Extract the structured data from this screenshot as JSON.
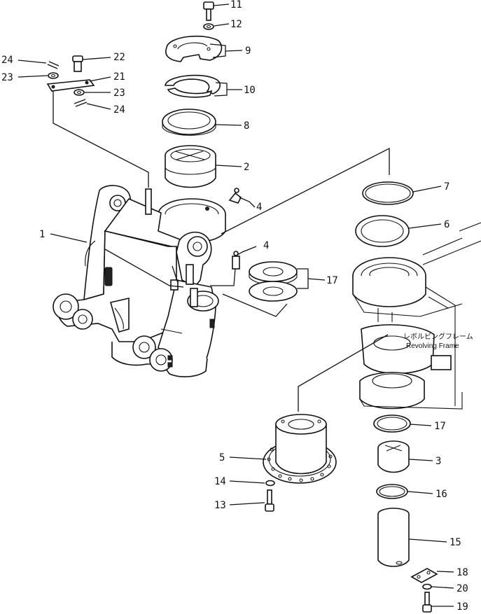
{
  "frame_caption": {
    "jp": "レボルビングフレーム",
    "en": "Revolving Frame"
  },
  "callouts": {
    "c11": "11",
    "c12": "12",
    "c9": "9",
    "c10": "10",
    "c8": "8",
    "c2": "2",
    "c4a": "4",
    "c4b": "4",
    "c17a": "17",
    "c7": "7",
    "c6": "6",
    "c1": "1",
    "c22": "22",
    "c21": "21",
    "c23a": "23",
    "c23b": "23",
    "c24a": "24",
    "c24b": "24",
    "c5": "5",
    "c14": "14",
    "c13": "13",
    "c17b": "17",
    "c3": "3",
    "c16": "16",
    "c15": "15",
    "c18": "18",
    "c20": "20",
    "c19": "19"
  }
}
